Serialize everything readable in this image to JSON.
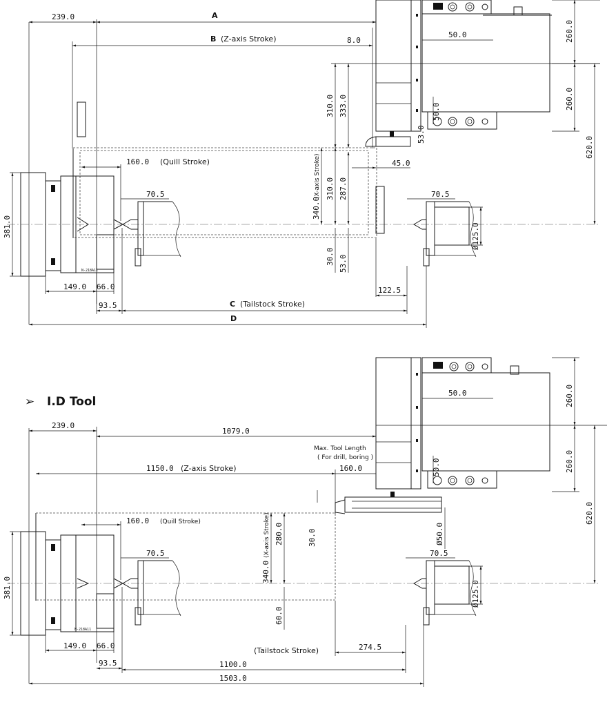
{
  "sections": {
    "id_tool_heading": "I.D Tool",
    "bullet_glyph": "➢"
  },
  "top_drawing": {
    "labels": {
      "a": "A",
      "b": "B",
      "b_suffix": "(Z-axis Stroke)",
      "c": "C",
      "c_suffix": "(Tailstock Stroke)",
      "d": "D",
      "quill": "(Quill Stroke)",
      "x_axis": "(X-axis Stroke)",
      "chuck_tag": "N-218A11"
    },
    "dims": {
      "d239": "239.0",
      "d8": "8.0",
      "d50_top": "50.0",
      "d260_a": "260.0",
      "d260_b": "260.0",
      "d620": "620.0",
      "d310": "310.0",
      "d333": "333.0",
      "d50_side": "50.0",
      "d53_top": "53.0",
      "d160": "160.0",
      "d45": "45.0",
      "d340": "340.0",
      "d310_low": "310.0",
      "d287": "287.0",
      "d70_5_left": "70.5",
      "d70_5_right": "70.5",
      "d381": "381.0",
      "d125": "Ø125.0",
      "d30": "30.0",
      "d53_low": "53.0",
      "d149": "149.0",
      "d66": "66.0",
      "d93_5": "93.5",
      "d122_5": "122.5"
    }
  },
  "bottom_drawing": {
    "labels": {
      "z_axis": "(Z-axis Stroke)",
      "quill": "(Quill Stroke)",
      "x_axis": "(X-axis Stroke)",
      "max_tool_1": "Max. Tool Length",
      "max_tool_2": "( For drill, boring )",
      "tailstock": "(Tailstock Stroke)",
      "chuck_tag": "N-218A11"
    },
    "dims": {
      "d239": "239.0",
      "d1079": "1079.0",
      "d1150": "1150.0",
      "d160_tool": "160.0",
      "d50_top": "50.0",
      "d260_a": "260.0",
      "d260_b": "260.0",
      "d620": "620.0",
      "d50_side": "50.0",
      "d160": "160.0",
      "d340": "340.0",
      "d280": "280.0",
      "d30": "30.0",
      "d050": "Ø50.0",
      "d70_5_left": "70.5",
      "d70_5_right": "70.5",
      "d381": "381.0",
      "d125": "Ø125.0",
      "d60": "60.0",
      "d149": "149.0",
      "d66": "66.0",
      "d93_5": "93.5",
      "d274_5": "274.5",
      "d1100": "1100.0",
      "d1503": "1503.0"
    }
  }
}
